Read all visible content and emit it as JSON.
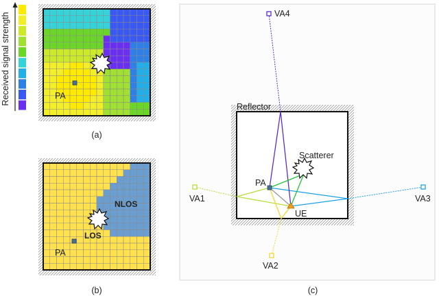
{
  "legend": {
    "label": "Received signal strength",
    "levels": [
      "#ffea00",
      "#f2ef2a",
      "#cdea2a",
      "#9fe032",
      "#6cd628",
      "#35d3d8",
      "#22aee8",
      "#2e7fe6",
      "#3a58f2",
      "#6a2ff0"
    ]
  },
  "panel_a": {
    "caption": "(a)",
    "pa_label": "PA"
  },
  "panel_b": {
    "caption": "(b)",
    "pa_label": "PA",
    "los_label": "LOS",
    "nlos_label": "NLOS"
  },
  "panel_c": {
    "caption": "(c)",
    "reflector_label": "Reflector",
    "scatterer_label": "Scatterer",
    "pa_label": "PA",
    "ue_label": "UE",
    "va_labels": [
      "VA1",
      "VA2",
      "VA3",
      "VA4"
    ]
  },
  "colors": {
    "va1": "#b5de3c",
    "va2": "#f4d832",
    "va3": "#1ea0e6",
    "va4": "#5a2ccc",
    "scatter_path": "#22c33a",
    "direct_path": "#999999",
    "los_cell": "#ffe14d",
    "nlos_cell": "#6a9ed0",
    "pa_marker": "#4a6f96",
    "ue_marker": "#f0a020"
  }
}
